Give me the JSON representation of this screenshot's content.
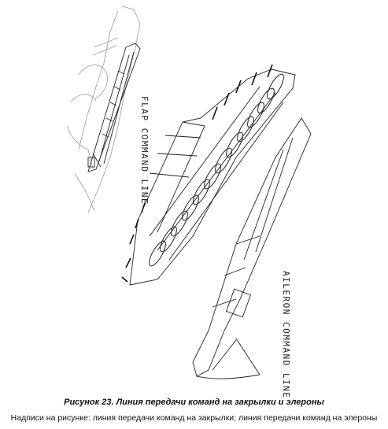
{
  "labels": {
    "flap_line": "FLAP COMMAND LINE",
    "aileron_line": "AILERON COMMAND LINE"
  },
  "caption": {
    "title": "Рисунок 23. Линия передачи команд на закрылки и элероны",
    "note": "Надписи на рисунке: линия передачи команд на закрылки; линия передачи команд на элероны"
  },
  "colors": {
    "line": "#222222",
    "faint": "#9a9a9a"
  }
}
